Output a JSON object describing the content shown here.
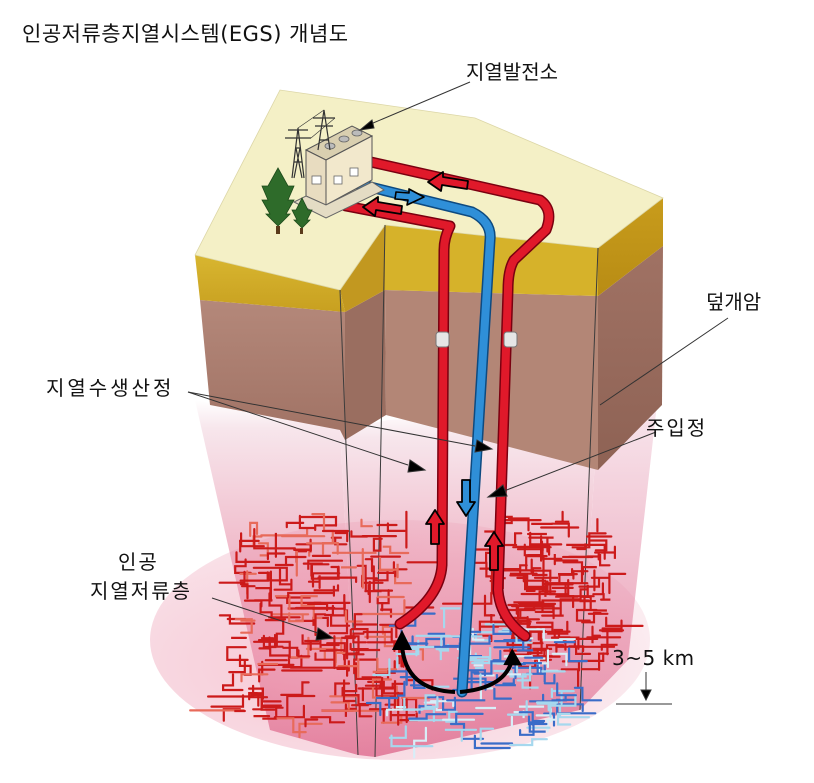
{
  "title": "인공저류층지열시스템(EGS) 개념도",
  "labels": {
    "power_plant": "지열발전소",
    "cap_rock": "덮개암",
    "production_well": "지열수생산정",
    "injection_well": "주입정",
    "reservoir_line1": "인공",
    "reservoir_line2": "지열저류층",
    "depth": "3~5 km"
  },
  "colors": {
    "surface": "#f4f0c8",
    "soil": "#d4b02c",
    "cap_rock": "#a87868",
    "deep_top": "#f5e4ea",
    "deep_bottom": "#e0789a",
    "hot_pipe": "#e0192a",
    "cold_pipe": "#2f8fd8",
    "fracture_hot": "#cc1a1a",
    "fracture_cold": "#3a6cc8",
    "fracture_light": "#a6d8ee"
  },
  "icons": [
    "transmission-tower-icon",
    "tree-icon",
    "power-plant-building-icon",
    "flow-arrow-icon"
  ]
}
